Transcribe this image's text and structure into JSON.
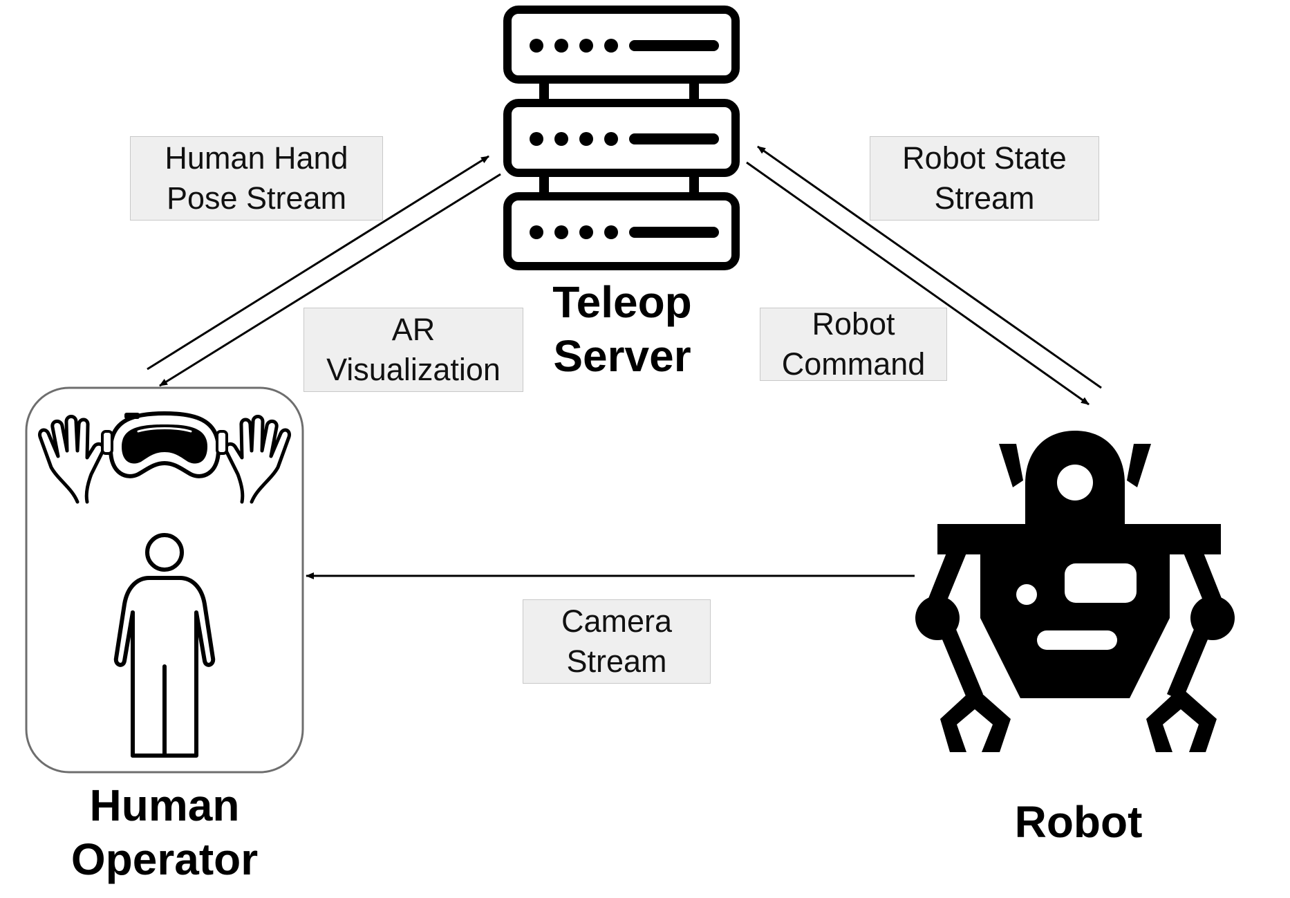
{
  "nodes": {
    "server": {
      "line1": "Teleop",
      "line2": "Server",
      "icon": "server-rack-icon"
    },
    "operator": {
      "line1": "Human",
      "line2": "Operator",
      "icons": [
        "hand-icon",
        "vr-headset-icon",
        "person-icon"
      ]
    },
    "robot": {
      "line1": "Robot",
      "icon": "robot-icon"
    }
  },
  "edges": {
    "hand_pose": {
      "line1": "Human Hand",
      "line2": "Pose Stream"
    },
    "ar_vis": {
      "line1": "AR",
      "line2": "Visualization"
    },
    "robot_state": {
      "line1": "Robot State",
      "line2": "Stream"
    },
    "robot_command": {
      "line1": "Robot",
      "line2": "Command"
    },
    "camera": {
      "line1": "Camera",
      "line2": "Stream"
    }
  },
  "colors": {
    "ink": "#000000",
    "label_bg": "#efefef",
    "label_border": "#c8c8c8",
    "frame": "#6e6e6e"
  }
}
